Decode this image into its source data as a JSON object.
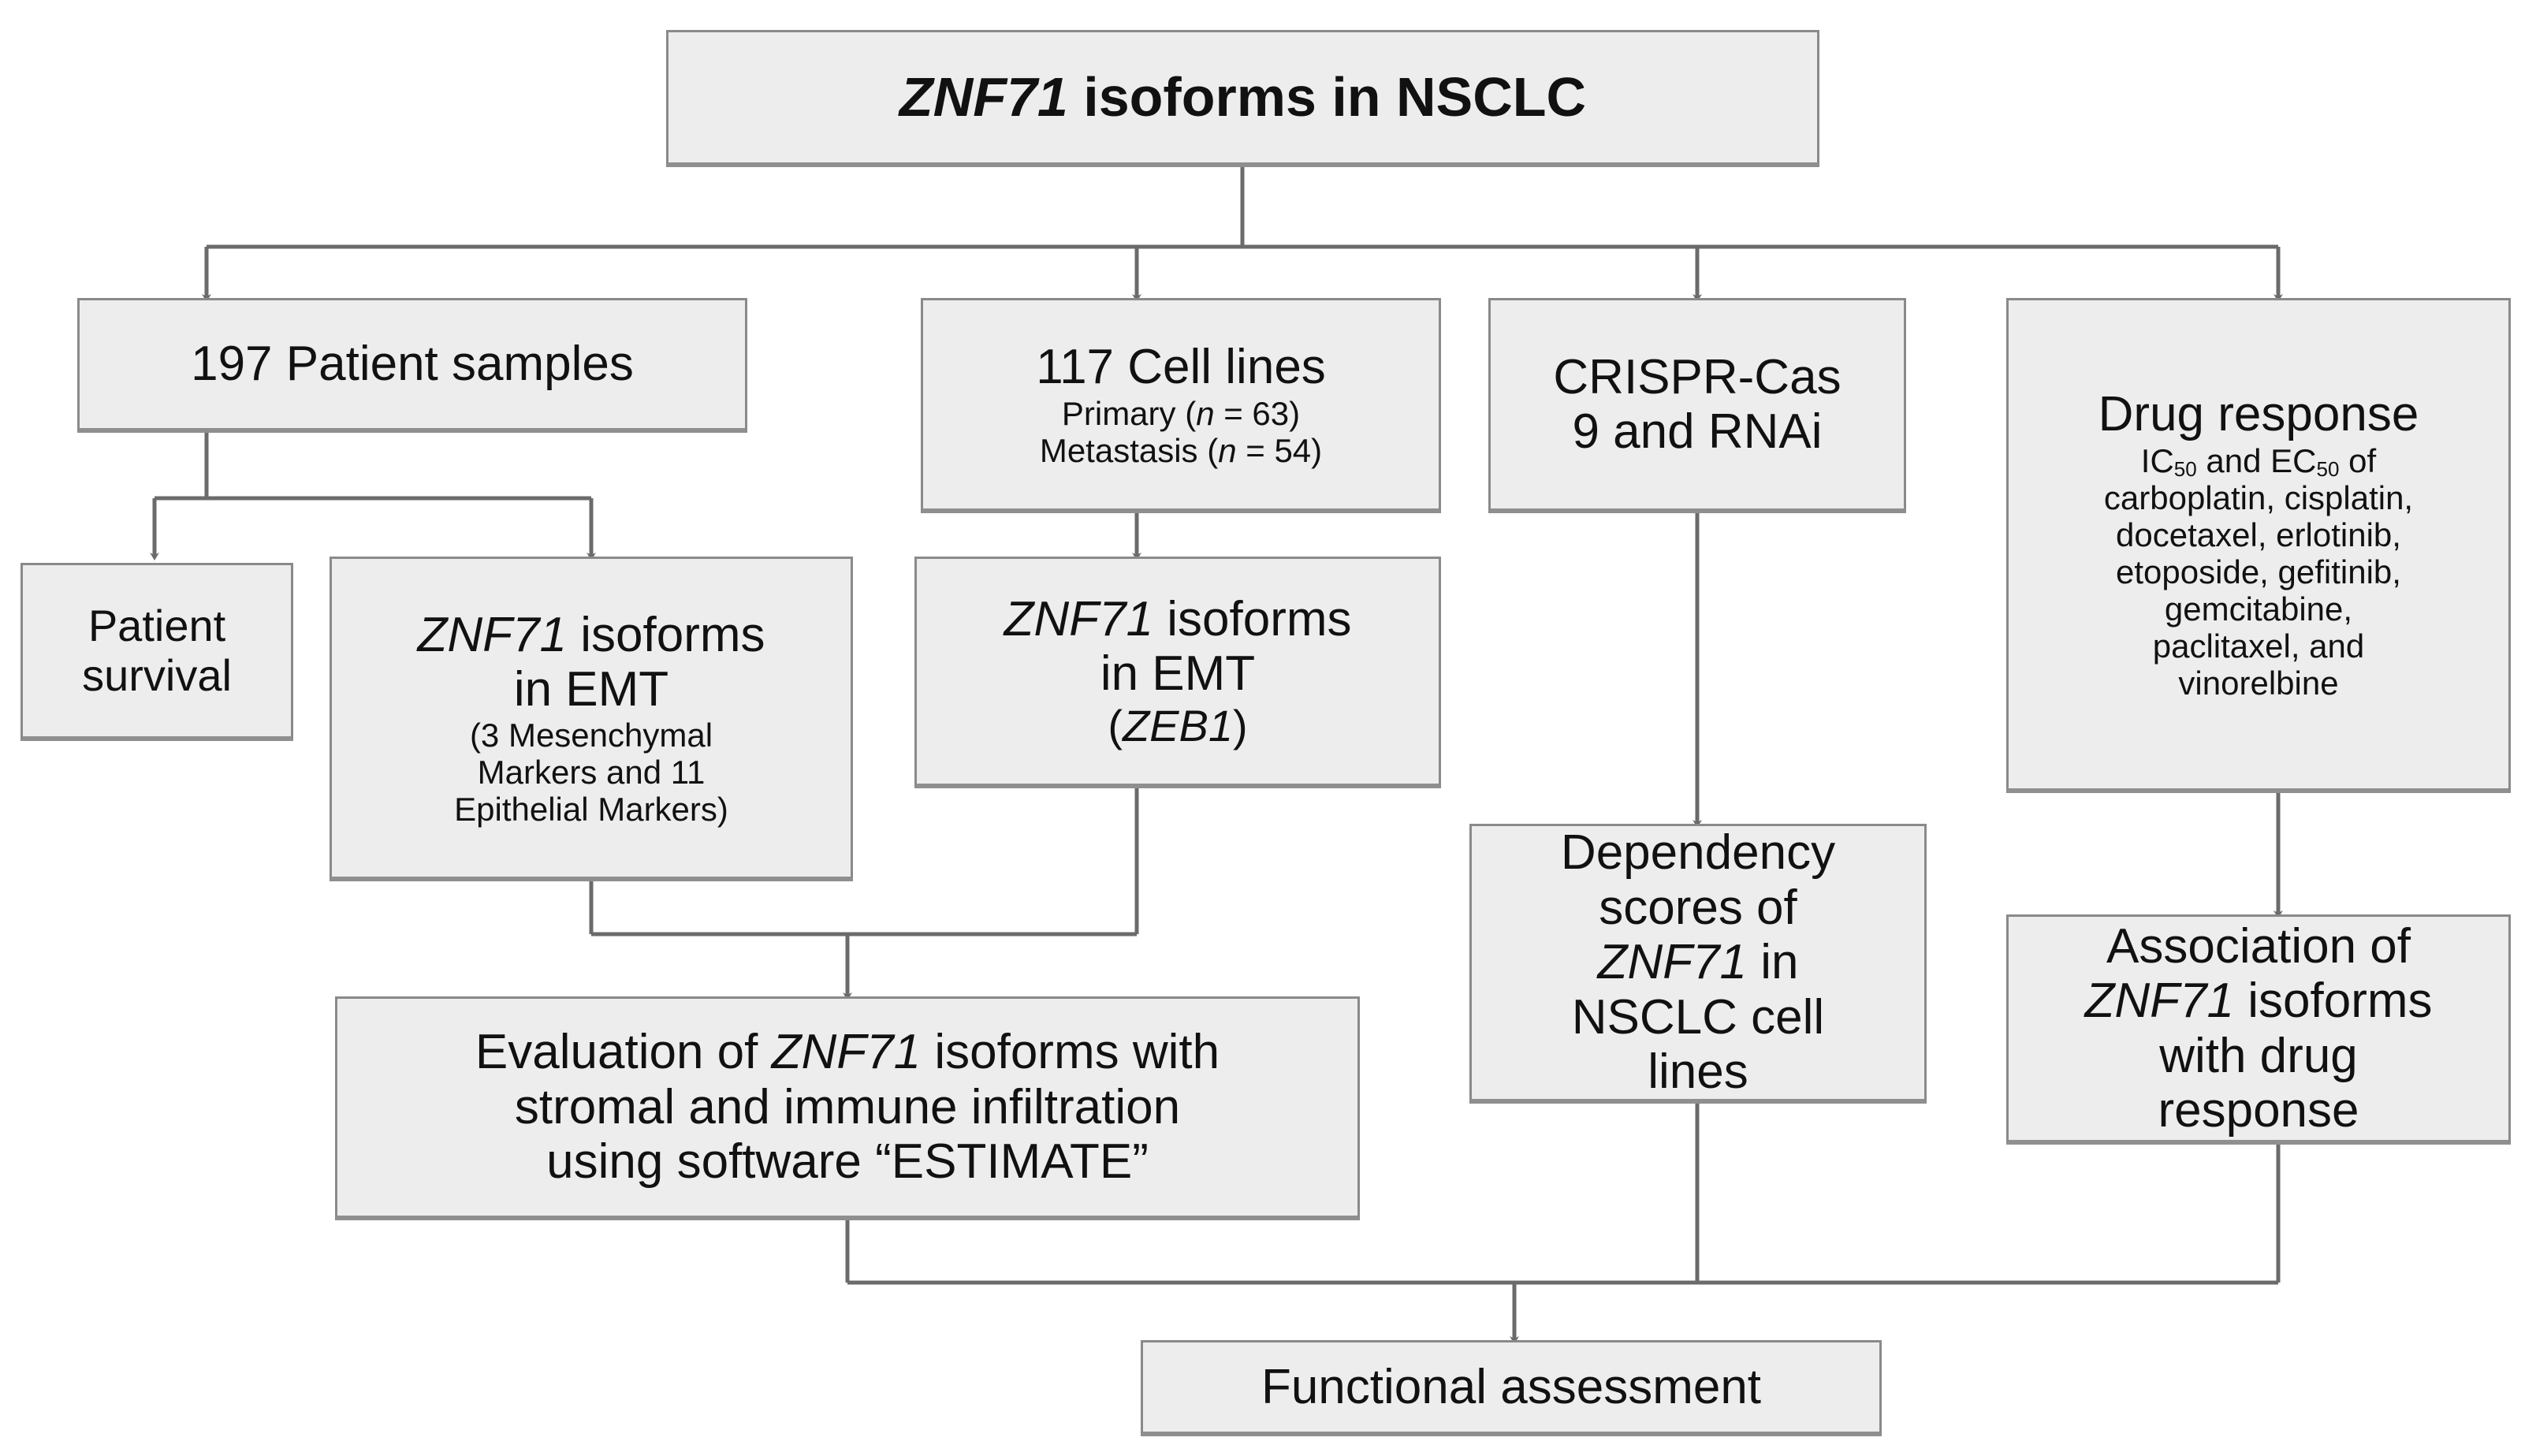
{
  "figure": {
    "kind": "flowchart",
    "box_fill": "#ededed",
    "box_border": "#8a8a8a",
    "connector_color": "#6b6b6b",
    "background": "#ffffff"
  },
  "nodes": {
    "title": {
      "line1_italic": "ZNF71",
      "line1_rest": " isoforms in NSCLC"
    },
    "patient_samples": {
      "line1": "197 Patient samples"
    },
    "cell_lines": {
      "line1": "117 Cell lines",
      "line2_a": "Primary (",
      "line2_n": "n",
      "line2_b": " = 63)",
      "line3_a": "Metastasis (",
      "line3_n": "n",
      "line3_b": " = 54)"
    },
    "crispr": {
      "line1": "CRISPR-Cas",
      "line2": "9 and RNAi"
    },
    "drug_response": {
      "line1": "Drug response",
      "ic_label": "IC",
      "ic_sub": "50",
      "and_label": " and ",
      "ec_label": "EC",
      "ec_sub": "50",
      "of_label": " of",
      "line3": "carboplatin, cisplatin,",
      "line4": "docetaxel, erlotinib,",
      "line5": "etoposide, gefitinib,",
      "line6": "gemcitabine,",
      "line7": "paclitaxel, and",
      "line8": "vinorelbine"
    },
    "patient_survival": {
      "line1": "Patient",
      "line2": "survival"
    },
    "isoforms_emt_markers": {
      "line1_italic": "ZNF71",
      "line1_rest": " isoforms",
      "line2": "in EMT",
      "line3": "(3 Mesenchymal",
      "line4": "Markers and 11",
      "line5": "Epithelial Markers)"
    },
    "isoforms_emt_zeb1": {
      "line1_italic": "ZNF71",
      "line1_rest": " isoforms",
      "line2": "in EMT",
      "line3_open": "(",
      "line3_italic": "ZEB1",
      "line3_close": ")"
    },
    "dependency_scores": {
      "line1": "Dependency",
      "line2": "scores of",
      "line3_italic": "ZNF71",
      "line3_rest": " in",
      "line4": "NSCLC cell",
      "line5": "lines"
    },
    "association_drug": {
      "line1": "Association of",
      "line2_italic": "ZNF71",
      "line2_rest": " isoforms",
      "line3": "with drug",
      "line4": "response"
    },
    "estimate": {
      "line1_a": "Evaluation of ",
      "line1_italic": "ZNF71",
      "line1_b": " isoforms with",
      "line2": "stromal and immune infiltration",
      "line3": "using software “ESTIMATE”"
    },
    "functional_assessment": {
      "line1": "Functional assessment"
    }
  },
  "edges": [
    {
      "from": "title",
      "to": "patient_samples"
    },
    {
      "from": "title",
      "to": "cell_lines"
    },
    {
      "from": "title",
      "to": "crispr"
    },
    {
      "from": "title",
      "to": "drug_response"
    },
    {
      "from": "patient_samples",
      "to": "patient_survival"
    },
    {
      "from": "patient_samples",
      "to": "isoforms_emt_markers"
    },
    {
      "from": "cell_lines",
      "to": "isoforms_emt_zeb1"
    },
    {
      "from": "crispr",
      "to": "dependency_scores"
    },
    {
      "from": "drug_response",
      "to": "association_drug"
    },
    {
      "from": "isoforms_emt_markers",
      "to": "estimate"
    },
    {
      "from": "isoforms_emt_zeb1",
      "to": "estimate"
    },
    {
      "from": "estimate",
      "to": "functional_assessment"
    },
    {
      "from": "dependency_scores",
      "to": "functional_assessment"
    },
    {
      "from": "association_drug",
      "to": "functional_assessment"
    }
  ]
}
